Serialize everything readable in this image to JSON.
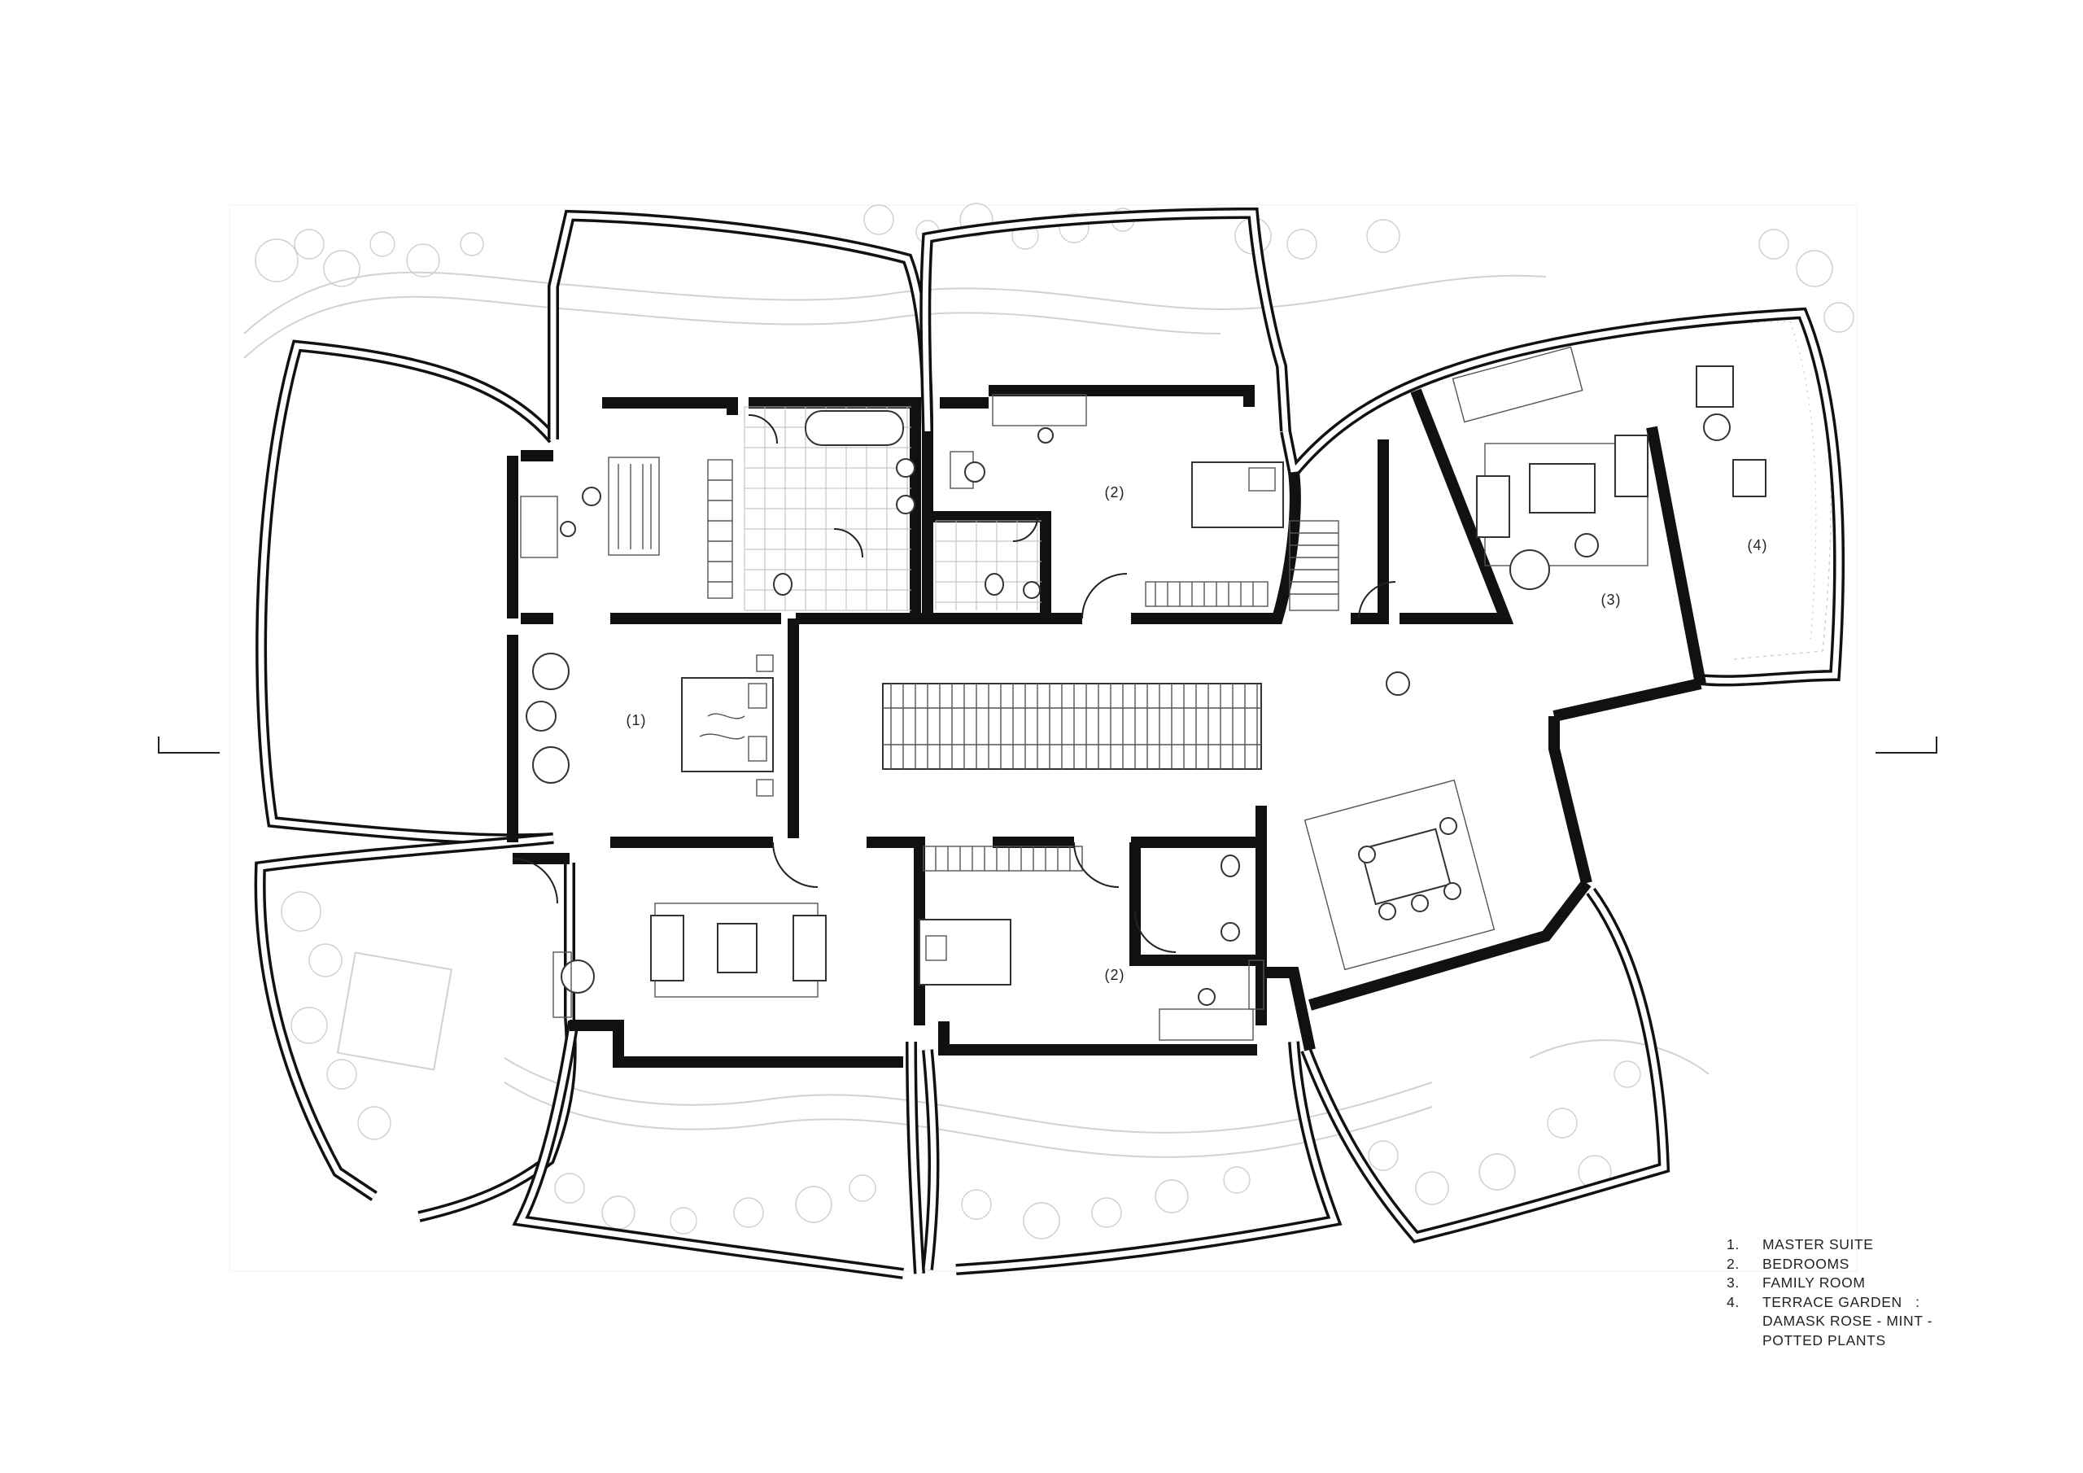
{
  "rooms": [
    {
      "label": "(1)"
    },
    {
      "label": "(2)"
    },
    {
      "label": "(2)"
    },
    {
      "label": "(3)"
    },
    {
      "label": "(4)"
    }
  ],
  "legend": [
    {
      "num": "1.",
      "text": "MASTER SUITE"
    },
    {
      "num": "2.",
      "text": "BEDROOMS"
    },
    {
      "num": "3.",
      "text": "FAMILY ROOM"
    },
    {
      "num": "4.",
      "text": "TERRACE GARDEN   :"
    },
    {
      "num": "",
      "text": "DAMASK ROSE - MINT -"
    },
    {
      "num": "",
      "text": "POTTED PLANTS"
    }
  ]
}
